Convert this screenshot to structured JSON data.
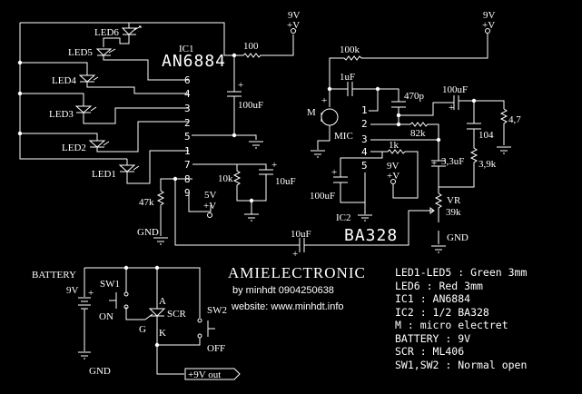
{
  "title": "AMIELECTRONIC",
  "author_line": "by minhdt 0904250638",
  "website_line": "website: www.minhdt.info",
  "ic1": {
    "ref": "IC1",
    "part": "AN6884",
    "pins": [
      "6",
      "4",
      "3",
      "2",
      "5",
      "1",
      "7",
      "8",
      "9"
    ]
  },
  "ic2": {
    "ref": "IC2",
    "part": "BA328",
    "pins": [
      "1",
      "2",
      "3",
      "4",
      "5"
    ]
  },
  "leds": [
    "LED6",
    "LED5",
    "LED4",
    "LED3",
    "LED2",
    "LED1"
  ],
  "components": {
    "r100": "100",
    "c100uf_ic1": "100uF",
    "r10k": "10k",
    "c10uf_ic1": "10uF",
    "r47k": "47k",
    "c10uf_coupling": "10uF",
    "r100k": "100k",
    "c1uf": "1uF",
    "c470p": "470p",
    "c100uf_out": "100uF",
    "r4_7": "4,7",
    "r82k": "82k",
    "c104": "104",
    "r1k": "1k",
    "c3_3uf": "3,3uF",
    "r3_9k": "3,9k",
    "c100uf_ic2": "100uF",
    "vr_ref": "VR",
    "vr_value": "39k",
    "mic_ref": "M",
    "mic_label": "MIC"
  },
  "supplies": {
    "v9": "9V",
    "v5": "5V",
    "plus_v": "+V",
    "gnd": "GND"
  },
  "power_section": {
    "battery_label": "BATTERY",
    "battery_voltage": "9V",
    "sw1": "SW1",
    "sw1_state": "ON",
    "sw2": "SW2",
    "sw2_state": "OFF",
    "scr": "SCR",
    "anode": "A",
    "gate": "G",
    "cathode": "K",
    "gnd": "GND",
    "output": "+9V out"
  },
  "notes": [
    "LED1-LED5 : Green 3mm",
    "LED6 : Red 3mm",
    "IC1 : AN6884",
    "IC2 : 1/2 BA328",
    "M : micro electret",
    "BATTERY : 9V",
    "SCR : ML406",
    "SW1,SW2 : Normal open"
  ]
}
